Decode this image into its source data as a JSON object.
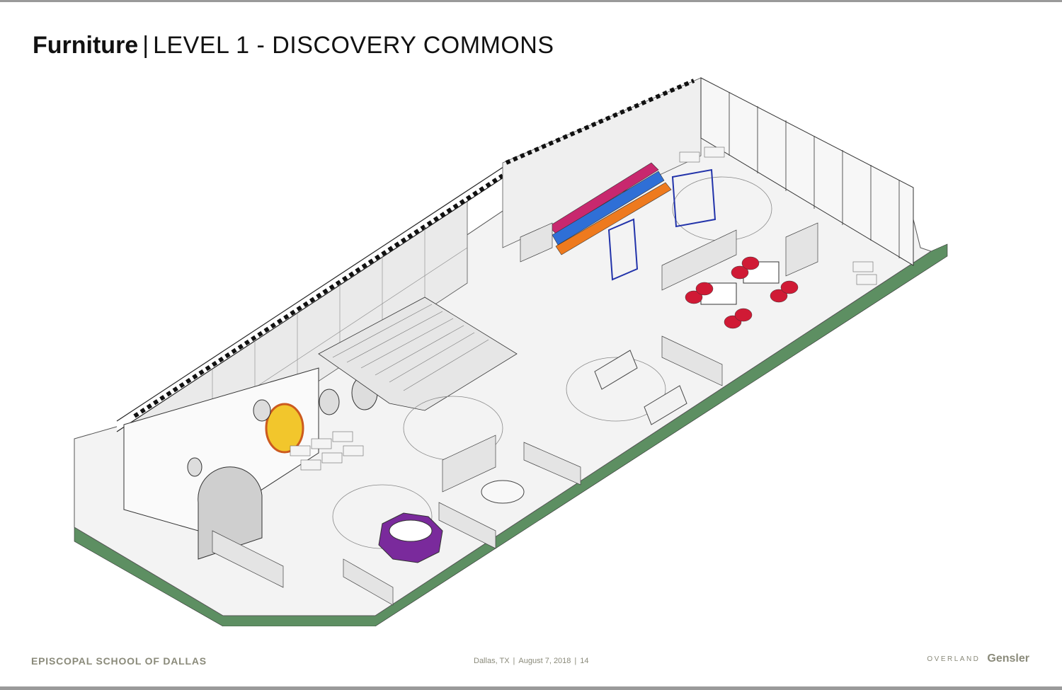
{
  "header": {
    "title_bold": "Furniture",
    "separator": "|",
    "title_rest": "LEVEL 1 - DISCOVERY COMMONS"
  },
  "footer": {
    "client": "EPISCOPAL SCHOOL OF DALLAS",
    "location": "Dallas, TX",
    "date": "August 7, 2018",
    "page": "14",
    "brand1": "OVERLAND",
    "brand2": "Gensler"
  },
  "colors": {
    "bench_magenta": "#c8286e",
    "bench_blue": "#2f6fd6",
    "bench_orange": "#ee7a1e",
    "seat_red": "#d01a35",
    "purple_table": "#7a2a9c",
    "porthole_yellow": "#f2c62c",
    "frame_blue": "#2233aa",
    "ground_green": "#4a8a5c"
  }
}
